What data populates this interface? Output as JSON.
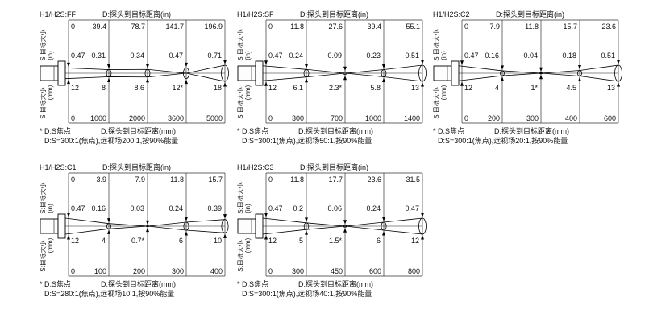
{
  "panels": [
    {
      "title": "H1/H2S:FF",
      "header_unit": "D:探头到目标距离(in)",
      "s_label": "S:目标大小",
      "unit_in": "(in)",
      "unit_mm": "(mm)",
      "top_in": [
        "0",
        "39.4",
        "78.7",
        "141.7",
        "196.9"
      ],
      "size_in": [
        "0.47",
        "0.31",
        "0.34",
        "0.47",
        "0.71"
      ],
      "size_mm": [
        "12",
        "8",
        "8.6",
        "12*",
        "18"
      ],
      "bottom_mm": [
        "0",
        "1000",
        "2000",
        "3600",
        "5000"
      ],
      "footer_focus": "* D:S焦点",
      "footer_dist": "D:探头到目标距离(mm)",
      "footer_spec": "D:S=300:1(焦点),远视场200:1,按90%能量"
    },
    {
      "title": "H1/H2S:SF",
      "header_unit": "D:探头到目标距离(in)",
      "s_label": "S:目标大小",
      "unit_in": "(in)",
      "unit_mm": "(mm)",
      "top_in": [
        "0",
        "11.8",
        "27.6",
        "39.4",
        "55.1"
      ],
      "size_in": [
        "0.47",
        "0.24",
        "0.09",
        "0.23",
        "0.51"
      ],
      "size_mm": [
        "12",
        "6.1",
        "2.3*",
        "5.8",
        "13"
      ],
      "bottom_mm": [
        "0",
        "300",
        "700",
        "1000",
        "1400"
      ],
      "footer_focus": "* D:S焦点",
      "footer_dist": "D:探头到目标距离(mm)",
      "footer_spec": "D:S=300:1(焦点),远视场50:1,按90%能量"
    },
    {
      "title": "H1/H2S:C2",
      "header_unit": "D:探头到目标距离(in)",
      "s_label": "S:目标大小",
      "unit_in": "(in)",
      "unit_mm": "(mm)",
      "top_in": [
        "0",
        "7.9",
        "11.8",
        "15.7",
        "23.6"
      ],
      "size_in": [
        "0.47",
        "0.16",
        "0.04",
        "0.18",
        "0.51"
      ],
      "size_mm": [
        "12",
        "4",
        "1*",
        "4.5",
        "13"
      ],
      "bottom_mm": [
        "0",
        "200",
        "300",
        "400",
        "600"
      ],
      "footer_focus": "* D:S焦点",
      "footer_dist": "D:探头到目标距离(mm)",
      "footer_spec": "D:S=300:1(焦点),远视场20:1,按90%能量"
    },
    {
      "title": "H1/H2S:C1",
      "header_unit": "D:探头到目标距离(in)",
      "s_label": "S:目标大小",
      "unit_in": "(in)",
      "unit_mm": "(mm)",
      "top_in": [
        "0",
        "3.9",
        "7.9",
        "11.8",
        "15.7"
      ],
      "size_in": [
        "0.47",
        "0.16",
        "0.03",
        "0.24",
        "0.39"
      ],
      "size_mm": [
        "12",
        "4",
        "0.7*",
        "6",
        "10"
      ],
      "bottom_mm": [
        "0",
        "100",
        "200",
        "300",
        "400"
      ],
      "footer_focus": "* D:S焦点",
      "footer_dist": "D:探头到目标距离(mm)",
      "footer_spec": "D:S=280:1(焦点),远视场10:1,按90%能量"
    },
    {
      "title": "H1/H2S:C3",
      "header_unit": "D:探头到目标距离(in)",
      "s_label": "S:目标大小",
      "unit_in": "(in)",
      "unit_mm": "(mm)",
      "top_in": [
        "0",
        "11.8",
        "17.7",
        "23.6",
        "31.5"
      ],
      "size_in": [
        "0.47",
        "0.2",
        "0.06",
        "0.24",
        "0.47"
      ],
      "size_mm": [
        "12",
        "5",
        "1.5*",
        "6",
        "12"
      ],
      "bottom_mm": [
        "0",
        "300",
        "450",
        "600",
        "800"
      ],
      "footer_focus": "* D:S焦点",
      "footer_dist": "D:探头到目标距离(mm)",
      "footer_spec": "D:S=300:1(焦点),远视场40:1,按90%能量"
    }
  ]
}
